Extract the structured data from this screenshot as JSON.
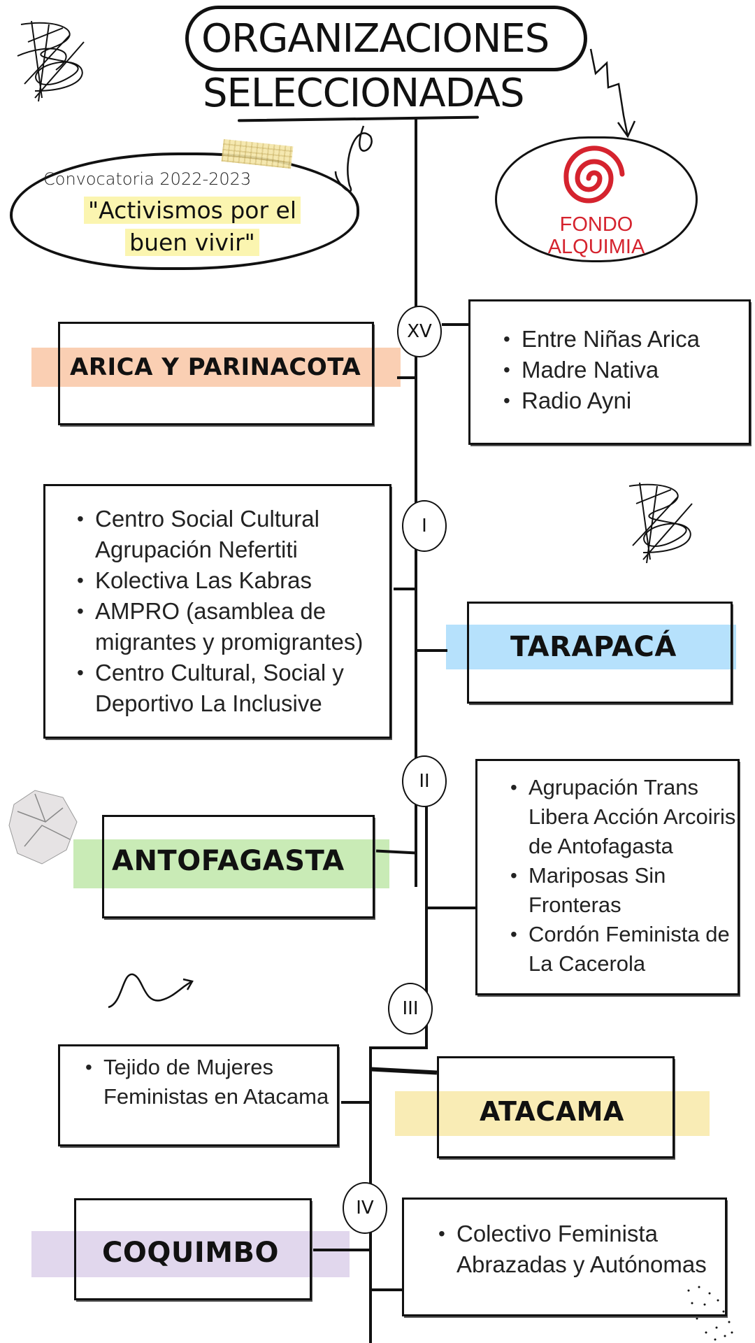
{
  "title": {
    "line1": "ORGANIZACIONES",
    "line2": "SELECCIONADAS"
  },
  "call": {
    "label": "Convocatoria 2022-2023",
    "slogan_line1": "\"Activismos por el",
    "slogan_line2": "buen vivir\""
  },
  "logo": {
    "line1": "FONDO",
    "line2": "ALQUIMIA",
    "color": "#d5232e",
    "icon": "spiral-icon"
  },
  "regions": [
    {
      "numeral": "XV",
      "name": "ARICA Y PARINACOTA",
      "highlight": "#f9c7a6",
      "organizations": [
        "Entre Niñas Arica",
        "Madre Nativa",
        "Radio Ayni"
      ]
    },
    {
      "numeral": "I",
      "name": "TARAPACÁ",
      "highlight": "#a9dcfb",
      "organizations": [
        "Centro Social Cultural Agrupación Nefertiti",
        "Kolectiva Las Kabras",
        "AMPRO (asamblea de migrantes y promigrantes)",
        "Centro Cultural, Social y Deportivo La Inclusive"
      ]
    },
    {
      "numeral": "II",
      "name": "ANTOFAGASTA",
      "highlight": "#bfe8a9",
      "organizations": [
        "Agrupación Trans Libera Acción Arcoiris de Antofagasta",
        "Mariposas Sin Fronteras",
        "Cordón Feminista de La Cacerola"
      ]
    },
    {
      "numeral": "III",
      "name": "ATACAMA",
      "highlight": "#f8e9a8",
      "organizations": [
        "Tejido de Mujeres Feministas en Atacama"
      ]
    },
    {
      "numeral": "IV",
      "name": "COQUIMBO",
      "highlight": "#dcd0ea",
      "organizations": [
        "Colectivo Feminista Abrazadas y Autónomas"
      ]
    }
  ]
}
